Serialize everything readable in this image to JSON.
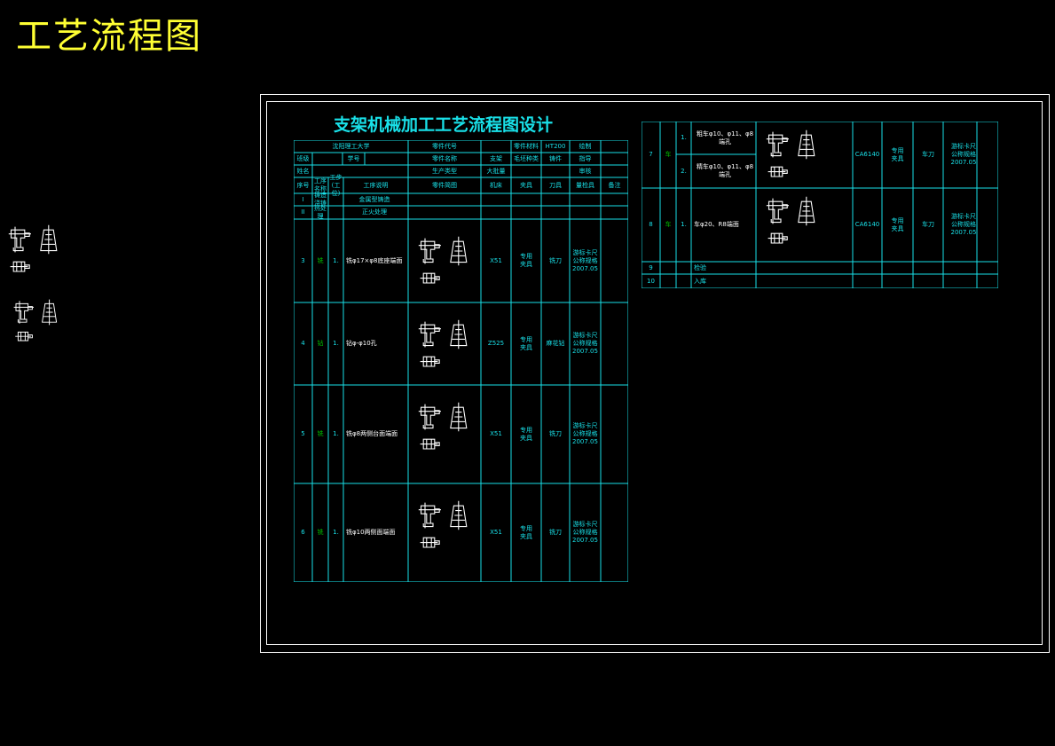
{
  "page_title": "工艺流程图",
  "sheet_title": "支架机械加工工艺流程图设计",
  "colors": {
    "background": "#000000",
    "title": "#ffff33",
    "lines": "#19e0e8",
    "frame": "#ffffff",
    "sketch": "#ffffff",
    "accent": "#00c000"
  },
  "header": {
    "school": "沈阳理工大学",
    "part_code_label": "零件代号",
    "material_label": "零件材料",
    "material": "HT200",
    "drawn_label": "绘制",
    "class_label": "班级",
    "id_label": "学号",
    "part_name_label": "零件名称",
    "part_name": "支架",
    "blank_label": "毛坯种类",
    "blank": "铸件",
    "check_label": "指导",
    "name_label": "姓名",
    "batch_label": "生产类型",
    "batch": "大批量",
    "review_label": "审核"
  },
  "columns": {
    "seq": "序号",
    "process_name": "工序名称",
    "step": "工步\n(工位)",
    "content": "工序说明",
    "sketch": "零件简图",
    "machine": "机床",
    "fixture": "夹具",
    "tool": "刀具",
    "gauge": "量检具",
    "remark": "备注"
  },
  "left_rows": [
    {
      "seq": "I",
      "name": "铸造浇铸",
      "content": "金属型铸造"
    },
    {
      "seq": "II",
      "name": "热处理",
      "content": "正火处理"
    },
    {
      "seq": "3",
      "name": "铣",
      "step": "1.",
      "content": "铣φ17×φ8底座端面",
      "machine": "X51",
      "fixture": "专用\n夹具",
      "tool": "铣刀",
      "gauge": "游标卡尺\n公称规格\n2007.05"
    },
    {
      "seq": "4",
      "name": "钻",
      "step": "1.",
      "content": "钻φ-φ10孔",
      "machine": "Z525",
      "fixture": "专用\n夹具",
      "tool": "麻花钻",
      "gauge": "游标卡尺\n公称规格\n2007.05"
    },
    {
      "seq": "5",
      "name": "铣",
      "step": "1.",
      "content": "铣φ8两侧台面端面",
      "machine": "X51",
      "fixture": "专用\n夹具",
      "tool": "铣刀",
      "gauge": "游标卡尺\n公称规格\n2007.05"
    },
    {
      "seq": "6",
      "name": "铣",
      "step": "1.",
      "content": "铣φ10两侧面端面",
      "machine": "X51",
      "fixture": "专用\n夹具",
      "tool": "铣刀",
      "gauge": "游标卡尺\n公称规格\n2007.05"
    }
  ],
  "right_rows": [
    {
      "seq": "7",
      "name": "车",
      "steps": [
        {
          "step": "1.",
          "content": "粗车φ10、φ11、φ8端孔"
        },
        {
          "step": "2.",
          "content": "精车φ10、φ11、φ8端孔"
        }
      ],
      "machine": "CA6140",
      "fixture": "专用\n夹具",
      "tool": "车刀",
      "gauge": "游标卡尺\n公称规格\n2007.05"
    },
    {
      "seq": "8",
      "name": "车",
      "steps": [
        {
          "step": "1.",
          "content": "车φ20、R8端面"
        }
      ],
      "machine": "CA6140",
      "fixture": "专用\n夹具",
      "tool": "车刀",
      "gauge": "游标卡尺\n公称规格\n2007.05"
    },
    {
      "seq": "9",
      "name": "",
      "steps": [
        {
          "step": "",
          "content": "检验"
        }
      ]
    },
    {
      "seq": "10",
      "name": "",
      "steps": [
        {
          "step": "",
          "content": "入库"
        }
      ]
    }
  ]
}
